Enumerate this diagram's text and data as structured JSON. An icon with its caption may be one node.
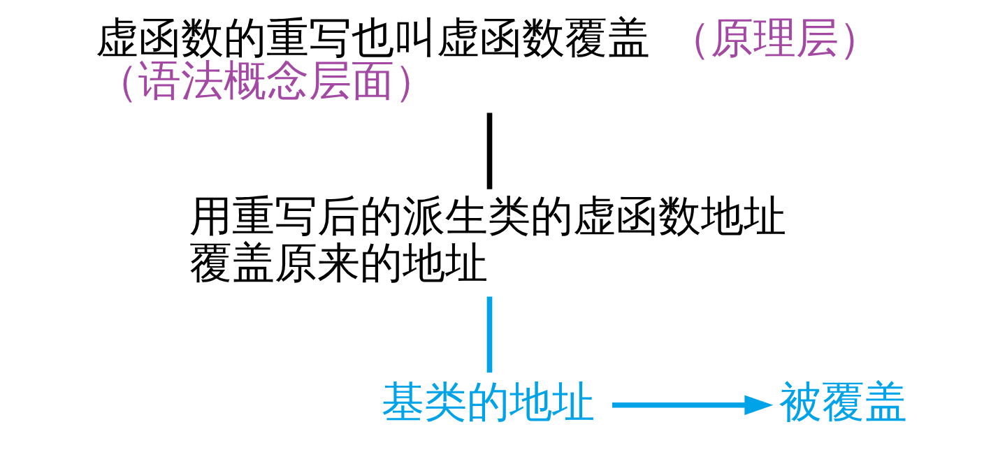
{
  "diagram": {
    "nodes": [
      {
        "text": [
          "虚函数的重写也叫虚函数覆盖",
          "（原理层）",
          "（语法概念层面）"
        ]
      },
      {
        "text": [
          "用重写后的派生类的虚函数地址覆盖原来的地址"
        ]
      },
      {
        "text": [
          "被覆盖"
        ]
      },
      {
        "text": [
          "基类的地址"
        ]
      }
    ],
    "edges": [
      {
        "from": 0,
        "to": 1,
        "arrow": "none",
        "color": "#000000"
      },
      {
        "from": 1,
        "to": 3,
        "arrow": "none",
        "color": "#00a2e8"
      },
      {
        "from": 3,
        "to": 2,
        "arrow": "to",
        "color": "#00a2e8"
      }
    ]
  }
}
